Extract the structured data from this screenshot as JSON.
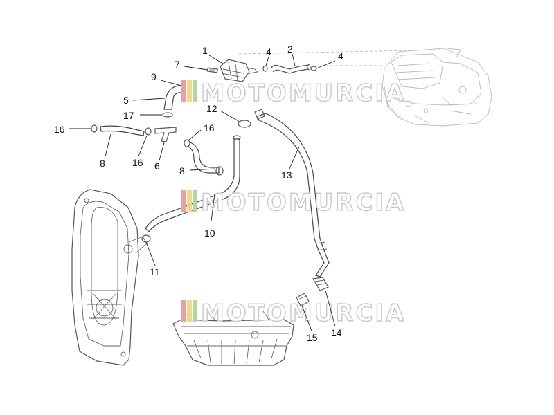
{
  "watermark": {
    "text": "MOTOMURCIA",
    "bar_colors": [
      "#e8a0a0",
      "#f1d98a",
      "#a9d9a6"
    ]
  },
  "callouts": {
    "c1": "1",
    "c2": "2",
    "c4a": "4",
    "c4b": "4",
    "c5": "5",
    "c6": "6",
    "c7": "7",
    "c8a": "8",
    "c8b": "8",
    "c9": "9",
    "c10": "10",
    "c11": "11",
    "c12": "12",
    "c13": "13",
    "c14": "14",
    "c15": "15",
    "c16a": "16",
    "c16b": "16",
    "c16c": "16",
    "c17": "17"
  }
}
